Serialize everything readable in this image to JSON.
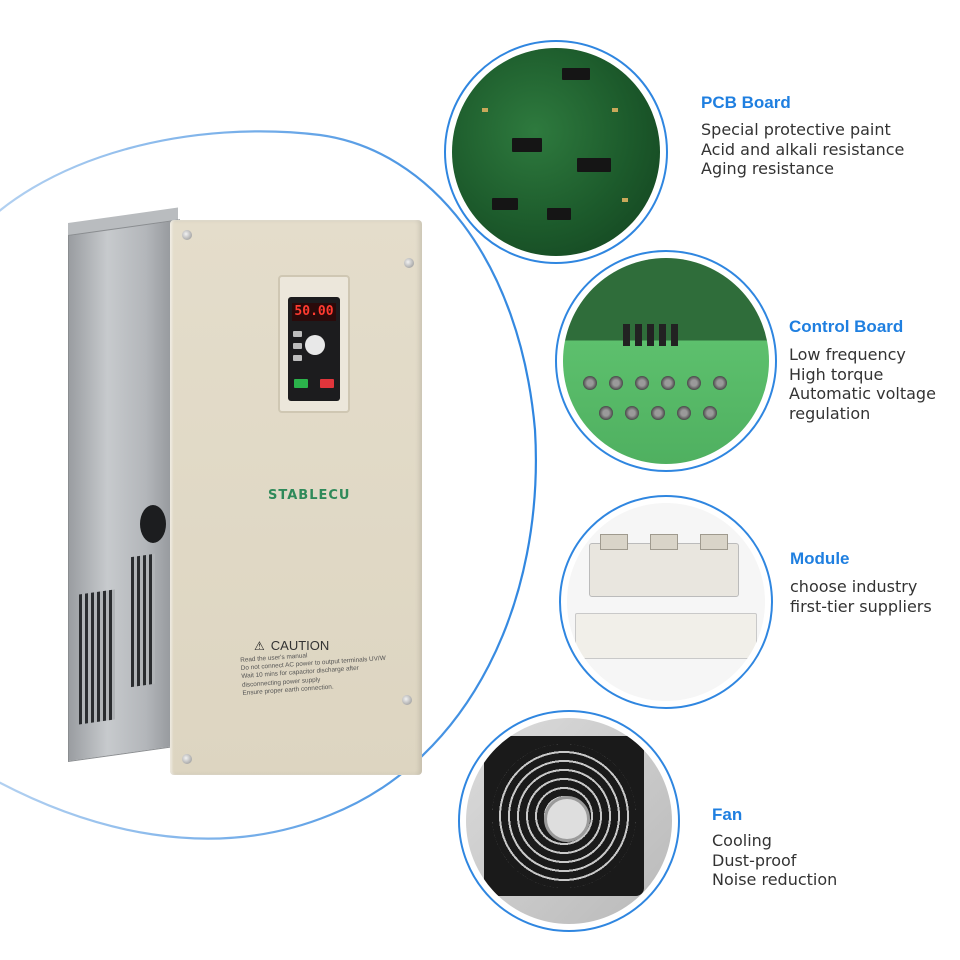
{
  "product": {
    "brand": "STABLECU",
    "display_value": "50.00",
    "caution_title": "CAUTION",
    "caution_lines": [
      "Read the user's manual",
      "Do not connect AC power to output terminals UV/W",
      "Wait 10 mins for capacitor discharge after",
      "disconnecting power supply",
      "Ensure proper earth connection."
    ]
  },
  "features": [
    {
      "title": "PCB Board",
      "lines": [
        "Special protective paint",
        "Acid and alkali resistance",
        "Aging resistance"
      ]
    },
    {
      "title": "Control Board",
      "lines": [
        "Low frequency",
        "High torque",
        "Automatic voltage",
        "regulation"
      ]
    },
    {
      "title": "Module",
      "lines": [
        "choose industry",
        "first-tier suppliers"
      ]
    },
    {
      "title": "Fan",
      "lines": [
        "Cooling",
        "Dust-proof",
        "Noise reduction"
      ]
    }
  ],
  "colors": {
    "accent": "#1f7fe0",
    "arc": "#2f86e0",
    "panel": "#e0d9c6",
    "brand_green": "#2f8a5a"
  }
}
